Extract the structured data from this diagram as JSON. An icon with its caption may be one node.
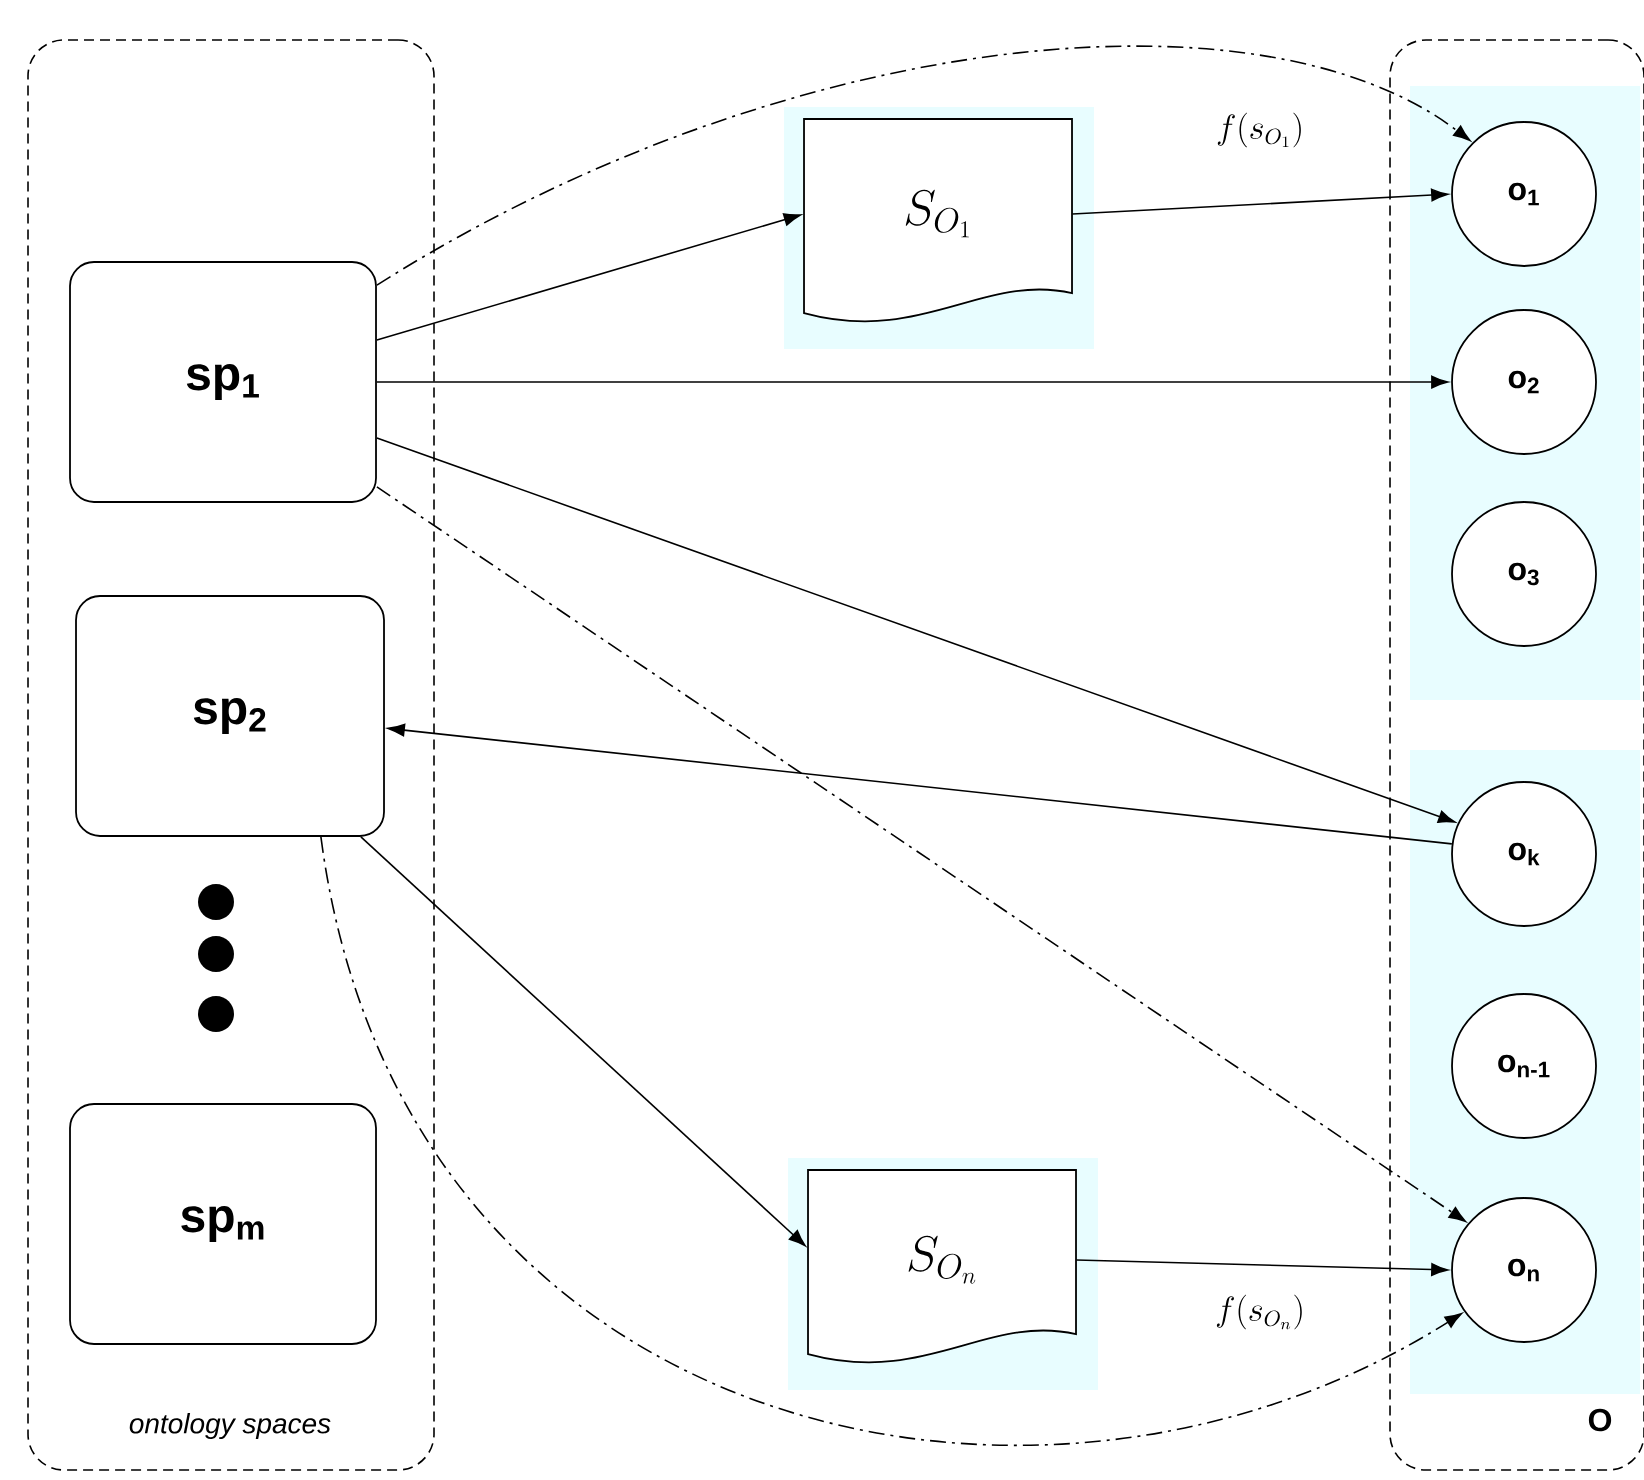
{
  "diagram": {
    "nodes": [
      {
        "text": [
          "ontology spaces"
        ]
      },
      {
        "text": [
          "sp$_{1}$"
        ],
        "in": 0
      },
      {
        "text": [
          "sp$_{2}$"
        ],
        "in": 0
      },
      {
        "text": [
          "sp$_{m}$"
        ],
        "in": 0
      },
      {
        "text": [
          "S_{O_1}"
        ]
      },
      {
        "text": [
          "S_{O_n}"
        ]
      },
      {
        "text": [
          "O"
        ]
      },
      {
        "text": [
          "o$_{1}$"
        ],
        "in": 6
      },
      {
        "text": [
          "o$_{2}$"
        ],
        "in": 6
      },
      {
        "text": [
          "o$_{3}$"
        ],
        "in": 6
      },
      {
        "text": [
          "o$_{k}$"
        ],
        "in": 6
      },
      {
        "text": [
          "o$_{n-1}$"
        ],
        "in": 6
      },
      {
        "text": [
          "o$_{n}$"
        ],
        "in": 6
      }
    ],
    "edges": [
      {
        "from": 1,
        "to": 4,
        "arrow": "to"
      },
      {
        "from": 4,
        "to": 7,
        "arrow": "to",
        "label": "f(s_{O_1})"
      },
      {
        "from": 1,
        "to": 8,
        "arrow": "to"
      },
      {
        "from": 1,
        "to": 10,
        "arrow": "to"
      },
      {
        "from": 10,
        "to": 2,
        "arrow": "to"
      },
      {
        "from": 2,
        "to": 5,
        "arrow": "to"
      },
      {
        "from": 5,
        "to": 12,
        "arrow": "to",
        "label": "f(s_{O_n})"
      },
      {
        "from": 1,
        "to": 7,
        "arrow": "to",
        "style": "dashed"
      },
      {
        "from": 1,
        "to": 12,
        "arrow": "to",
        "style": "dashed"
      },
      {
        "from": 2,
        "to": 12,
        "arrow": "to",
        "style": "dashed"
      }
    ]
  }
}
